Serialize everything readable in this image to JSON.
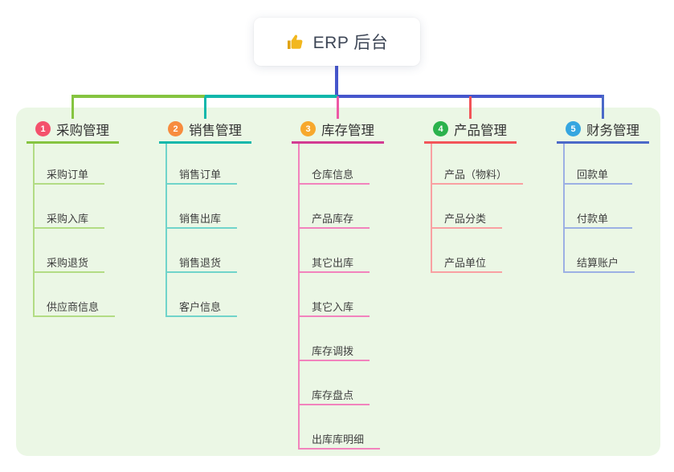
{
  "root": {
    "icon": "thumbs-up",
    "title": "ERP 后台"
  },
  "colors": {
    "canvas_bg": "#ffffff",
    "panel_bg": "#ebf7e5",
    "root_line": "#4656cc",
    "root_text": "#3d4656",
    "header_text": "#333333",
    "child_text": "#3f3f3f",
    "badge_text": "#ffffff",
    "thumb_icon": "#f2b71e",
    "thumb_icon_dark": "#e0a313"
  },
  "branches": [
    {
      "number": "1",
      "label": "采购管理",
      "circle_color": "#f4516c",
      "line_color": "#85c440",
      "drop_color": "#85c440",
      "child_line_color": "#b2dc84",
      "children": [
        "采购订单",
        "采购入库",
        "采购退货",
        "供应商信息"
      ]
    },
    {
      "number": "2",
      "label": "销售管理",
      "circle_color": "#f78c3e",
      "line_color": "#10b7ab",
      "drop_color": "#10b7ab",
      "child_line_color": "#70d4ca",
      "children": [
        "销售订单",
        "销售出库",
        "销售退货",
        "客户信息"
      ]
    },
    {
      "number": "3",
      "label": "库存管理",
      "circle_color": "#f7a82d",
      "line_color": "#d23b92",
      "drop_color": "#ee58a5",
      "child_line_color": "#f283bd",
      "children": [
        "仓库信息",
        "产品库存",
        "其它出库",
        "其它入库",
        "库存调拨",
        "库存盘点",
        "出库库明细"
      ]
    },
    {
      "number": "4",
      "label": "产品管理",
      "circle_color": "#2bb24c",
      "line_color": "#f25458",
      "drop_color": "#f25458",
      "child_line_color": "#f9a0a2",
      "children": [
        "产品（物料）",
        "产品分类",
        "产品单位"
      ]
    },
    {
      "number": "5",
      "label": "财务管理",
      "circle_color": "#35a6e0",
      "line_color": "#4b69c8",
      "drop_color": "#4b69c8",
      "child_line_color": "#9cb0e4",
      "children": [
        "回款单",
        "付款单",
        "结算账户"
      ]
    }
  ]
}
